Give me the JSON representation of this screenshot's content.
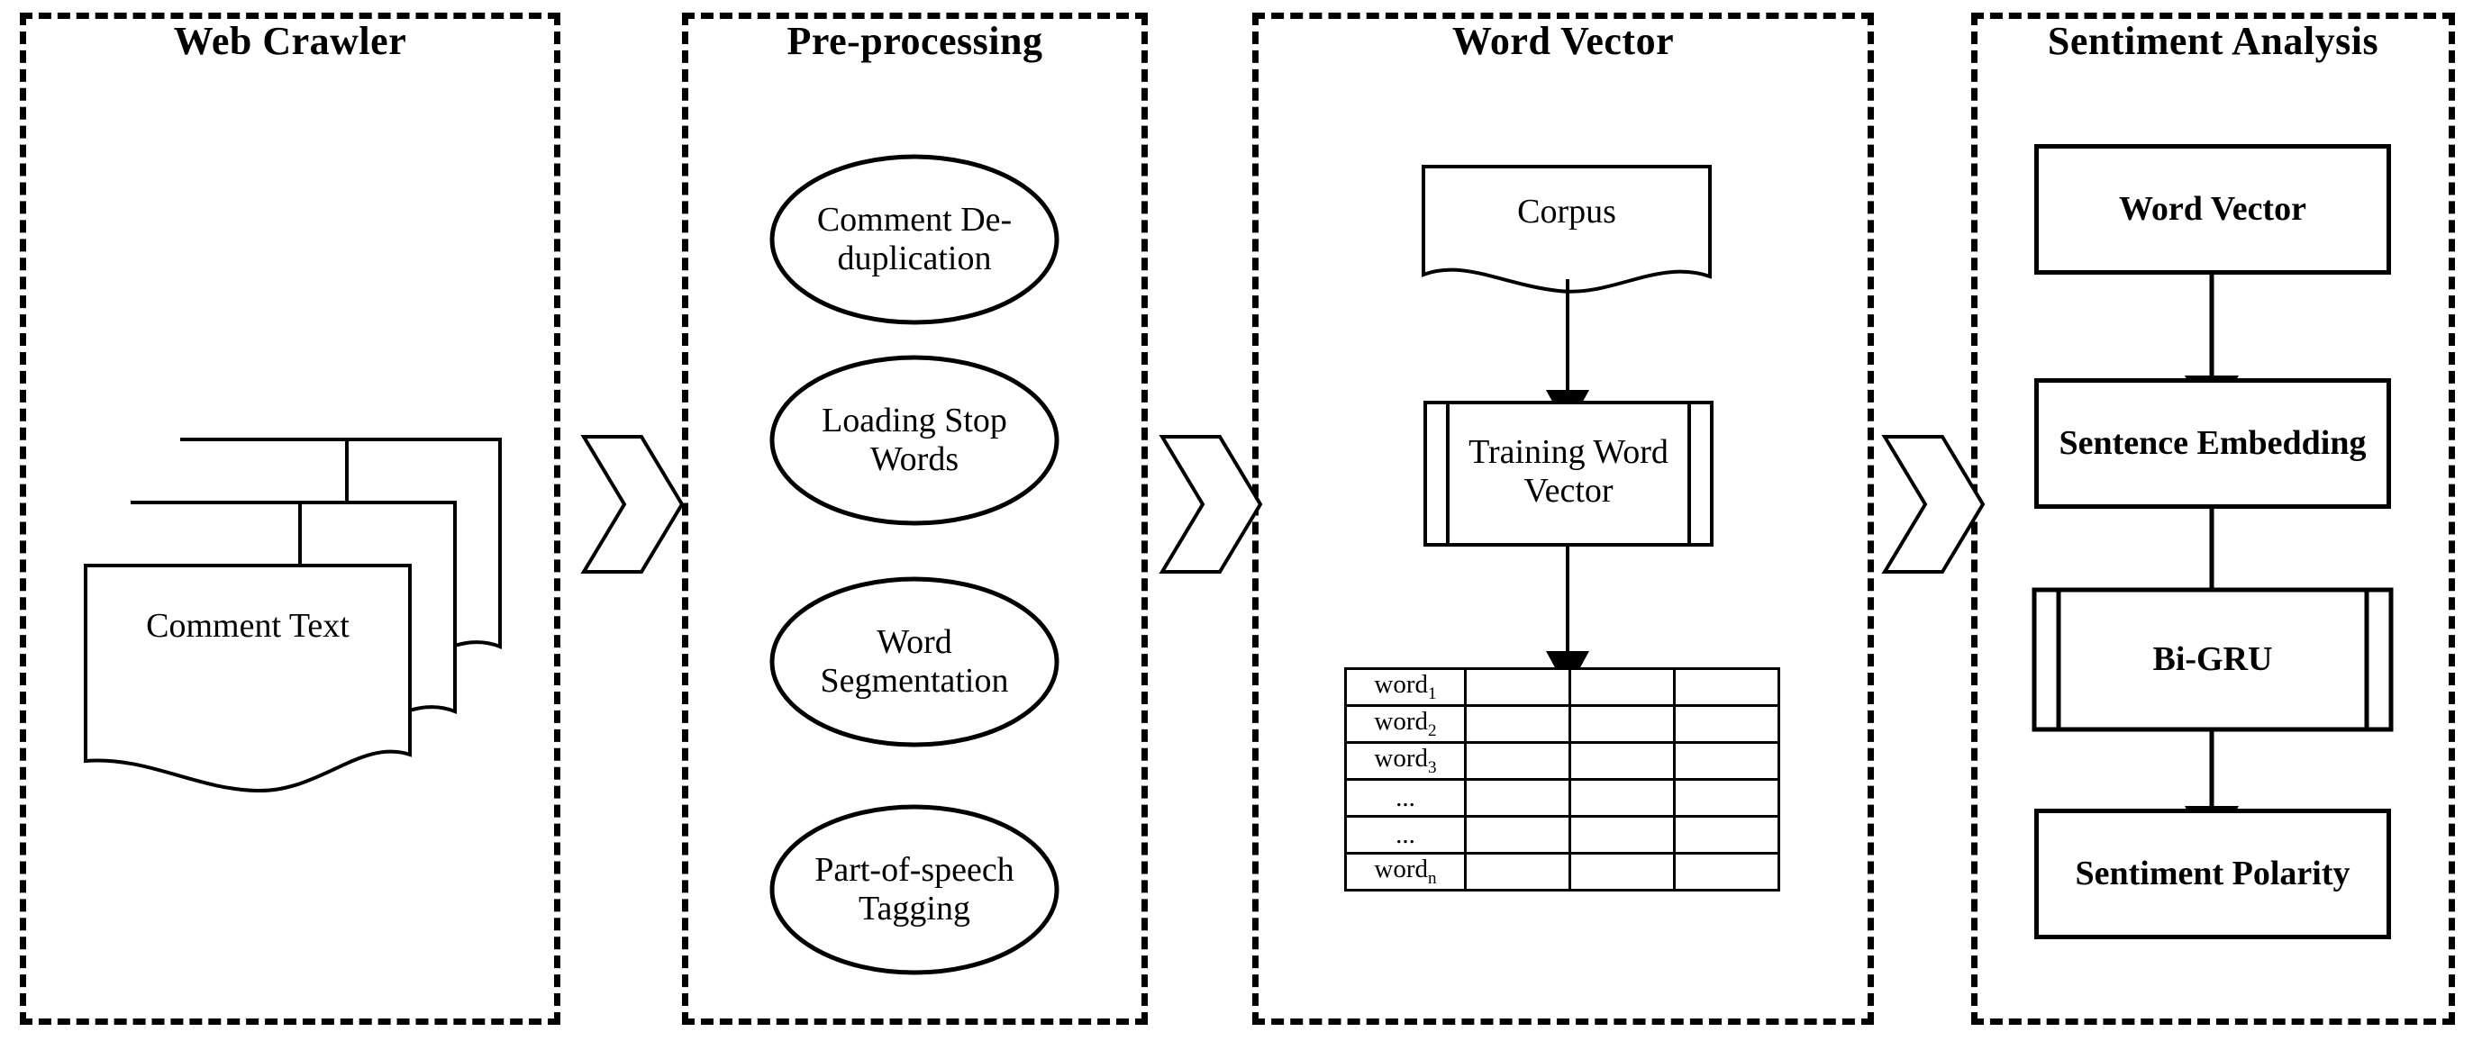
{
  "diagram": {
    "title": "Sentiment analysis pipeline flowchart",
    "stroke_color": "#000000",
    "background_color": "#ffffff",
    "panels": [
      {
        "id": "web-crawler",
        "title": "Web Crawler",
        "nodes": [
          {
            "id": "comment-text",
            "label": "Comment Text",
            "shape": "document-stack",
            "style": "regular"
          }
        ]
      },
      {
        "id": "pre-processing",
        "title": "Pre-processing",
        "nodes": [
          {
            "id": "comment-dedup",
            "label": "Comment De-duplication",
            "shape": "ellipse",
            "style": "regular"
          },
          {
            "id": "loading-stop-words",
            "label": "Loading Stop Words",
            "shape": "ellipse",
            "style": "regular"
          },
          {
            "id": "word-segmentation",
            "label": "Word Segmentation",
            "shape": "ellipse",
            "style": "regular"
          },
          {
            "id": "pos-tagging",
            "label": "Part-of-speech Tagging",
            "shape": "ellipse",
            "style": "regular"
          }
        ]
      },
      {
        "id": "word-vector",
        "title": "Word Vector",
        "nodes": [
          {
            "id": "corpus",
            "label": "Corpus",
            "shape": "document",
            "style": "regular"
          },
          {
            "id": "training-word-vector",
            "label": "Training Word Vector",
            "shape": "predefined-process",
            "style": "regular"
          },
          {
            "id": "word-table",
            "label": "",
            "shape": "table",
            "style": "regular"
          }
        ]
      },
      {
        "id": "sentiment-analysis",
        "title": "Sentiment Analysis",
        "nodes": [
          {
            "id": "word-vector-box",
            "label": "Word Vector",
            "shape": "rect",
            "style": "bold"
          },
          {
            "id": "sentence-embedding",
            "label": "Sentence Embedding",
            "shape": "rect",
            "style": "bold"
          },
          {
            "id": "bi-gru",
            "label": "Bi-GRU",
            "shape": "predefined-process",
            "style": "bold"
          },
          {
            "id": "sentiment-polarity",
            "label": "Sentiment Polarity",
            "shape": "rect",
            "style": "bold"
          }
        ]
      }
    ],
    "word_table": {
      "columns": 4,
      "rows": [
        {
          "word": "word",
          "sub": "1"
        },
        {
          "word": "word",
          "sub": "2"
        },
        {
          "word": "word",
          "sub": "3"
        },
        {
          "word": "...",
          "sub": ""
        },
        {
          "word": "...",
          "sub": ""
        },
        {
          "word": "word",
          "sub": "n"
        }
      ]
    },
    "stage_connectors": [
      {
        "id": "chevron-1",
        "from": "web-crawler",
        "to": "pre-processing",
        "shape": "chevron"
      },
      {
        "id": "chevron-2",
        "from": "pre-processing",
        "to": "word-vector",
        "shape": "chevron"
      },
      {
        "id": "chevron-3",
        "from": "word-vector",
        "to": "sentiment-analysis",
        "shape": "chevron"
      }
    ],
    "arrows": [
      {
        "id": "arrow-corpus-to-training",
        "from": "corpus",
        "to": "training-word-vector"
      },
      {
        "id": "arrow-training-to-table",
        "from": "training-word-vector",
        "to": "word-table"
      },
      {
        "id": "arrow-wordvector-to-embedding",
        "from": "word-vector-box",
        "to": "sentence-embedding"
      },
      {
        "id": "arrow-embedding-to-bigru",
        "from": "sentence-embedding",
        "to": "bi-gru"
      },
      {
        "id": "arrow-bigru-to-polarity",
        "from": "bi-gru",
        "to": "sentiment-polarity"
      }
    ]
  }
}
